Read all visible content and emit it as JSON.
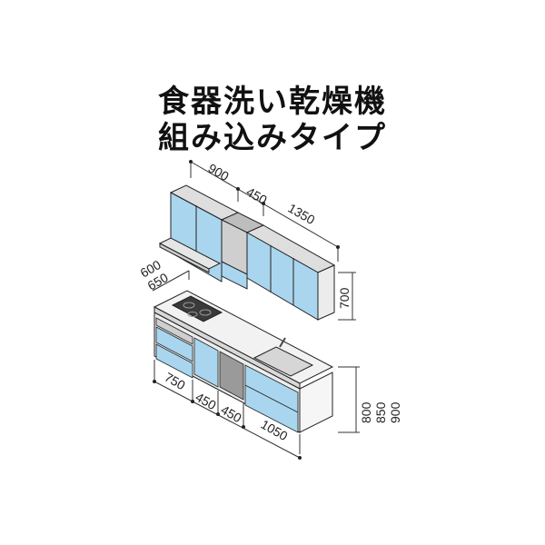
{
  "title": {
    "line1": "食器洗い乾燥機",
    "line2": "組み込みタイプ"
  },
  "upper_cabinet": {
    "widths": [
      "900",
      "450",
      "1350"
    ],
    "height": "700"
  },
  "counter_depth": [
    "600",
    "650"
  ],
  "base_cabinet": {
    "widths": [
      "750",
      "450",
      "450",
      "1050"
    ],
    "heights": [
      "800",
      "850",
      "900"
    ]
  },
  "colors": {
    "door": "#a9d6ee",
    "door_dark": "#7fbde0",
    "body": "#ececec",
    "hood": "#d4d4d4",
    "outline": "#222222",
    "dim_line": "#333333"
  }
}
